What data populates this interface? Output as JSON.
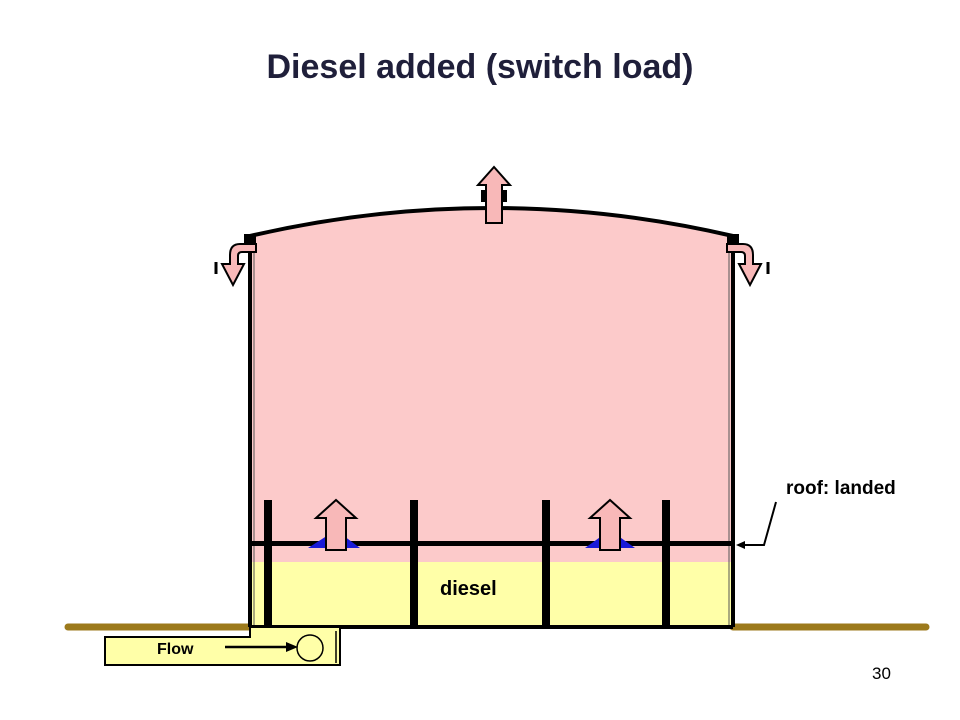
{
  "title": "Diesel added (switch load)",
  "page_number": "30",
  "labels": {
    "roof_status": "roof: landed",
    "liquid": "diesel",
    "flow": "Flow"
  },
  "colors": {
    "vapor_space": "#fccaca",
    "liquid": "#ffffa8",
    "ground": "#9c7a1c",
    "arrow_fill": "#f8b8b8",
    "seal": "#1a1ad8",
    "outline": "#000000"
  }
}
